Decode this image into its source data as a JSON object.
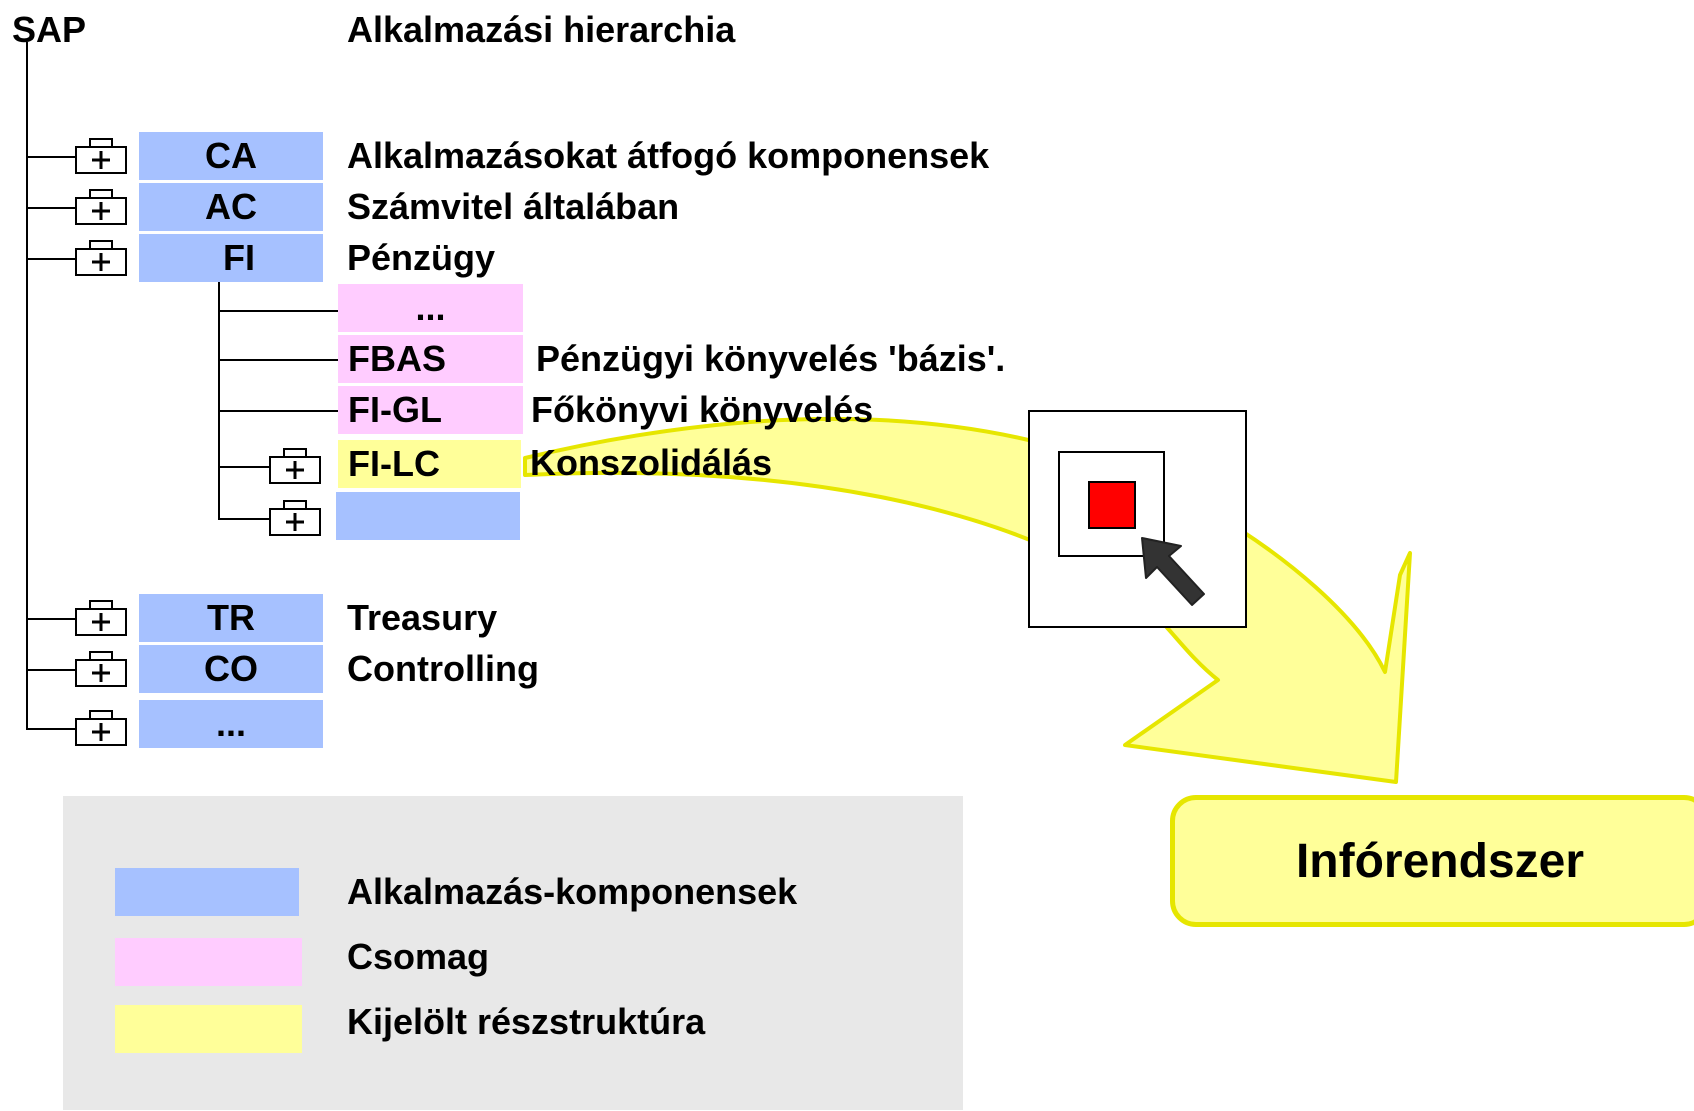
{
  "header": {
    "root": "SAP",
    "title": "Alkalmazási hierarchia"
  },
  "components": [
    {
      "code": "CA",
      "label": "Alkalmazásokat átfogó komponensek"
    },
    {
      "code": "AC",
      "label": "Számvitel általában"
    },
    {
      "code": "FI",
      "label": "Pénzügy"
    },
    {
      "code": "TR",
      "label": "Treasury"
    },
    {
      "code": "CO",
      "label": "Controlling"
    },
    {
      "code": "...",
      "label": ""
    }
  ],
  "fi_children": [
    {
      "code": "...",
      "label": ""
    },
    {
      "code": "FBAS",
      "label": "Pénzügyi könyvelés 'bázis'."
    },
    {
      "code": "FI-GL",
      "label": "Főkönyvi könyvelés"
    },
    {
      "code": "FI-LC",
      "label": "Konszolidálás"
    },
    {
      "code": "",
      "label": ""
    }
  ],
  "legend": [
    {
      "label": "Alkalmazás-komponensek",
      "color": "#a6c1ff"
    },
    {
      "label": "Csomag",
      "color": "#ffccff"
    },
    {
      "label": "Kijelölt részstruktúra",
      "color": "#ffff99"
    }
  ],
  "target": {
    "label": "Infórendszer"
  },
  "colors": {
    "component": "#a6c1ff",
    "package": "#ffccff",
    "selected": "#ffff99",
    "arrow": "#ffff99",
    "arrow_outline": "#e6e600",
    "screen_square": "#ff0000"
  },
  "icons": [
    "folder-plus-icon",
    "screen-cursor-icon",
    "curved-arrow-icon"
  ]
}
